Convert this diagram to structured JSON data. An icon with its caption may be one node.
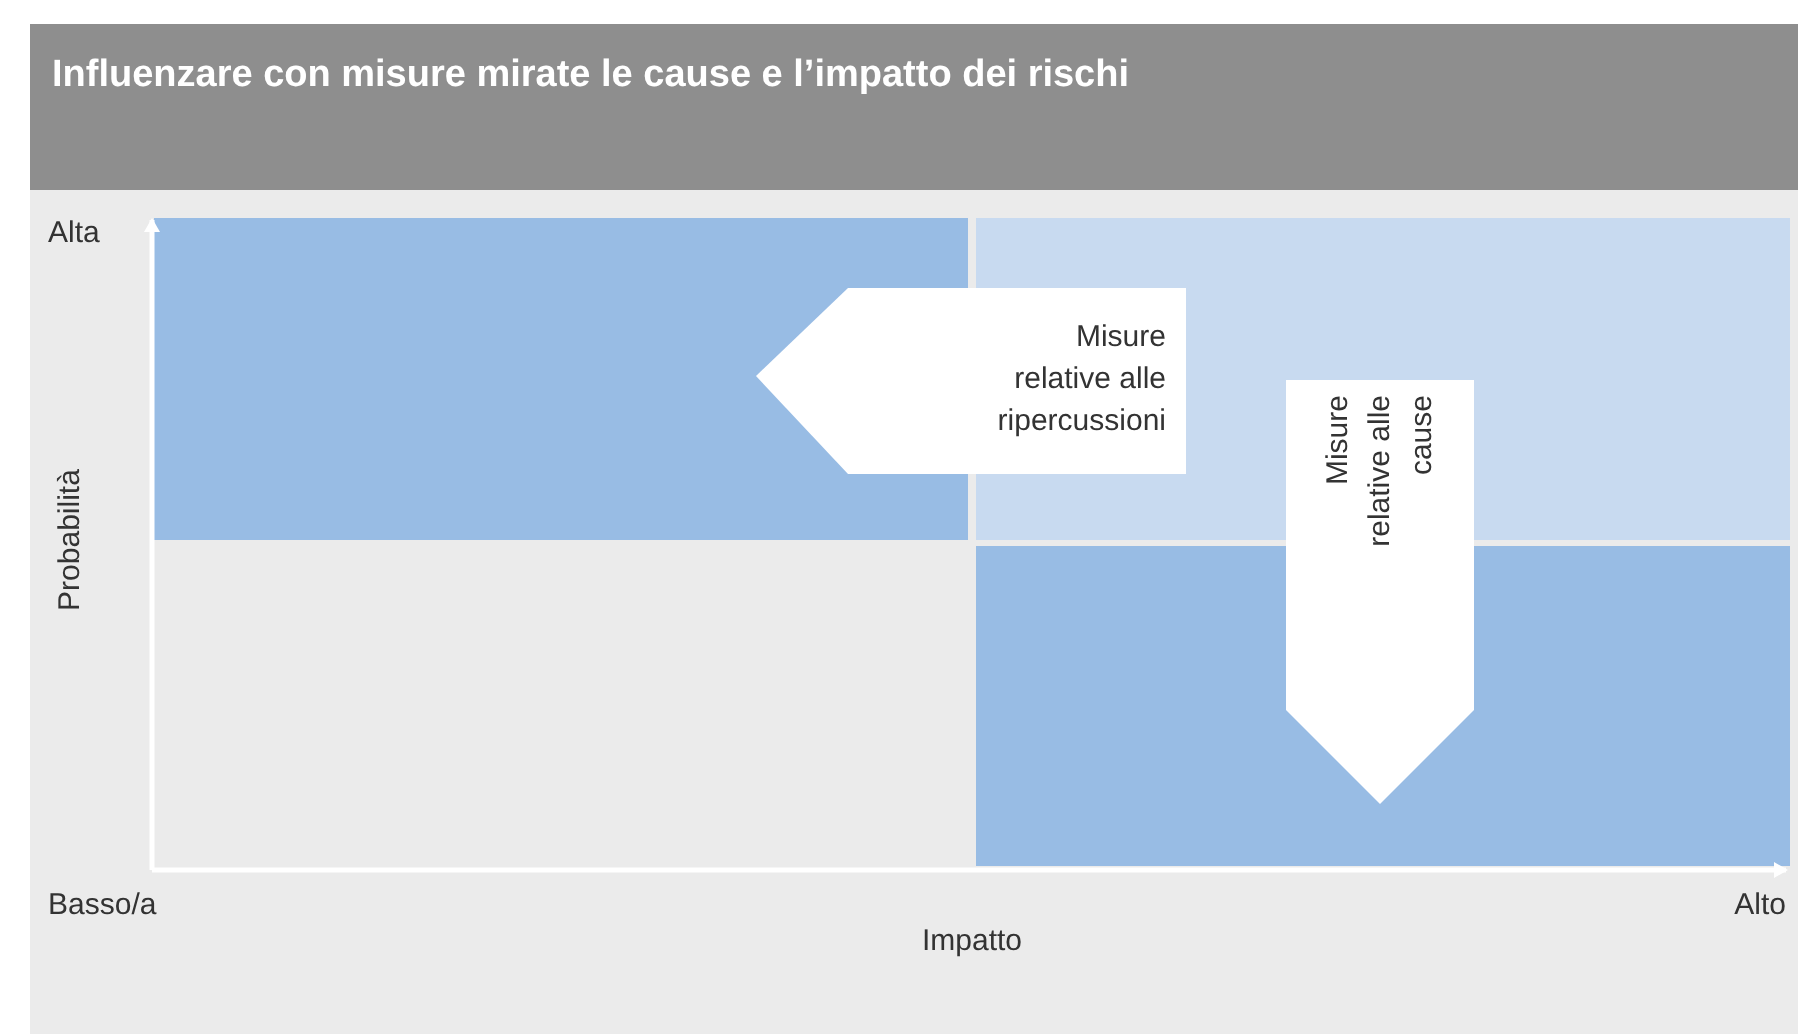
{
  "diagram": {
    "title": "Influenzare con misure mirate le cause e l’impatto dei rischi",
    "nodes": [
      {
        "text": [
          "Misure relative alle ripercussioni"
        ]
      },
      {
        "text": [
          "Misure relative alle cause"
        ]
      }
    ],
    "labels": [
      "Alta",
      "Probabilità",
      "Basso/a",
      "Impatto",
      "Alto"
    ]
  }
}
